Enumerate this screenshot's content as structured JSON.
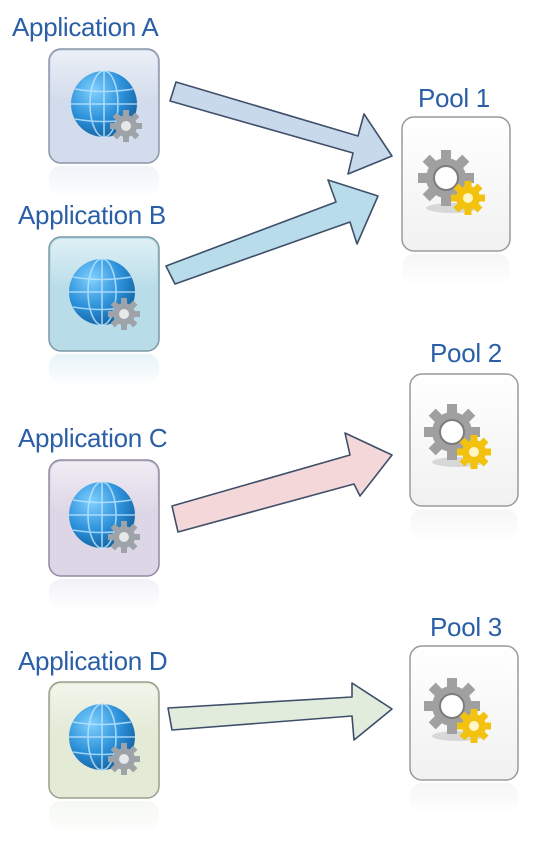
{
  "applications": [
    {
      "label": "Application A",
      "tile_color": "#d3dcec",
      "arrow_color": "#c9d9ec"
    },
    {
      "label": "Application B",
      "tile_color": "#b8dde9",
      "arrow_color": "#b9dcea"
    },
    {
      "label": "Application C",
      "tile_color": "#ddd6e6",
      "arrow_color": "#f3d7d9"
    },
    {
      "label": "Application D",
      "tile_color": "#e3ead6",
      "arrow_color": "#e2ecdc"
    }
  ],
  "pools": [
    {
      "label": "Pool 1"
    },
    {
      "label": "Pool 2"
    },
    {
      "label": "Pool 3"
    }
  ],
  "icons": {
    "application": "globe-with-gear-icon",
    "pool": "gears-icon"
  },
  "colors": {
    "label_text": "#2a5fa8",
    "globe": "#2a8fd8",
    "pool_gear_gray": "#9a9a9a",
    "pool_gear_gold": "#f2c20e",
    "arrow_border": "#3f4f6a"
  }
}
